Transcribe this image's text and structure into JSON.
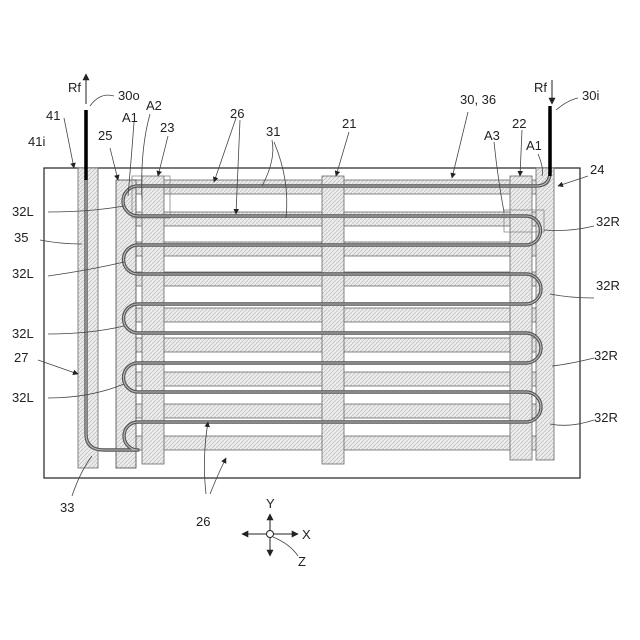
{
  "labels": {
    "rf_out": "Rf",
    "outlet": "30o",
    "inlet_rf": "Rf",
    "inlet": "30i",
    "n41": "41",
    "n41i": "41i",
    "n25": "25",
    "a1_left": "A1",
    "a2": "A2",
    "n23": "23",
    "n26_top": "26",
    "n31": "31",
    "n21": "21",
    "n30_36": "30, 36",
    "a3": "A3",
    "n22": "22",
    "a1_right": "A1",
    "n24": "24",
    "n35": "35",
    "n27": "27",
    "n33": "33",
    "n26_bottom": "26",
    "l1": "32L",
    "l2": "32L",
    "l3": "32L",
    "l4": "32L",
    "r1": "32R",
    "r2": "32R",
    "r3": "32R",
    "r4": "32R"
  },
  "axes": {
    "y": "Y",
    "x": "X",
    "z": "Z"
  }
}
